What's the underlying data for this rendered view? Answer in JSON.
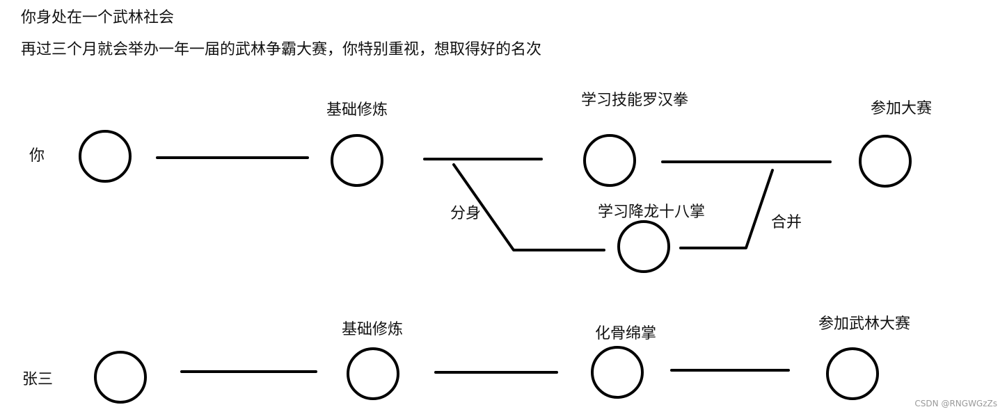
{
  "intro": {
    "line1": "你身处在一个武林社会",
    "line2": "再过三个月就会举办一年一届的武林争霸大赛，你特别重视，想取得好的名次"
  },
  "rows": {
    "you": {
      "label": "你",
      "nodes": [
        "基础修炼",
        "学习技能罗汉拳",
        "参加大赛"
      ],
      "branch": {
        "split_label": "分身",
        "node": "学习降龙十八掌",
        "merge_label": "合并"
      }
    },
    "zhangsan": {
      "label": "张三",
      "nodes": [
        "基础修炼",
        "化骨绵掌",
        "参加武林大赛"
      ]
    }
  },
  "watermark": "CSDN @RNGWGzZs"
}
